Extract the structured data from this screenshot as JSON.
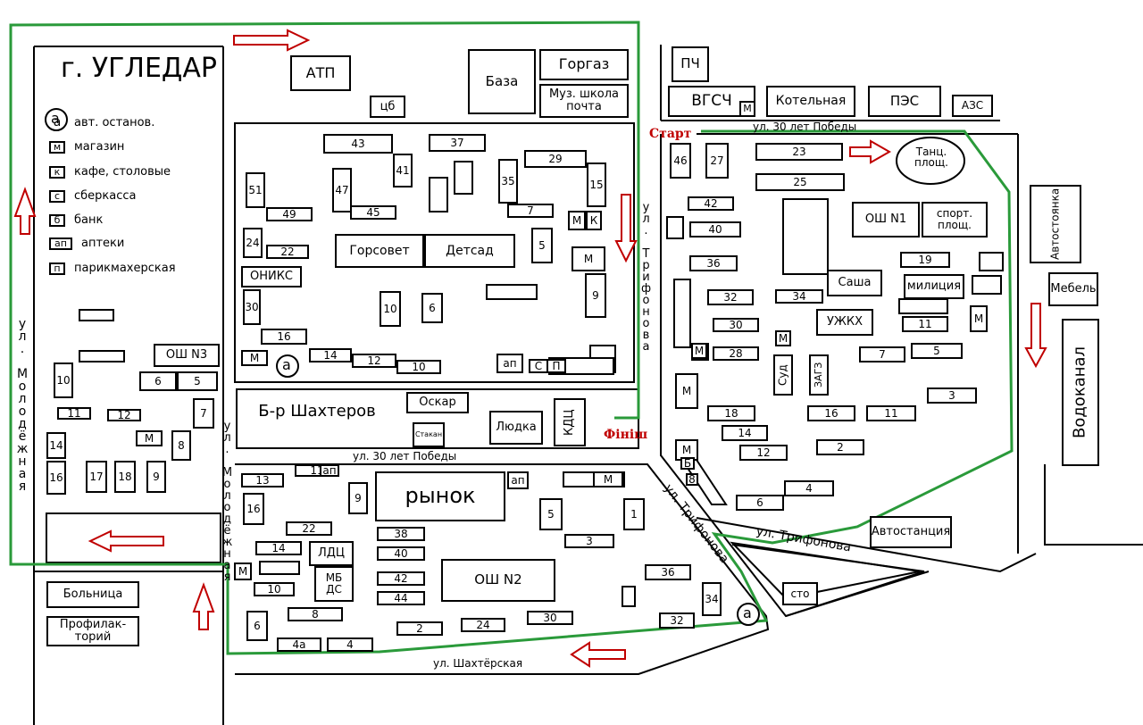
{
  "city_title": "г. УГЛЕДАР",
  "legend": [
    {
      "sym": "а",
      "text": "авт. останов."
    },
    {
      "sym": "м",
      "text": "магазин"
    },
    {
      "sym": "к",
      "text": "кафе, столовые"
    },
    {
      "sym": "с",
      "text": "сберкасса"
    },
    {
      "sym": "б",
      "text": "банк"
    },
    {
      "sym": "ап",
      "text": "аптеки"
    },
    {
      "sym": "п",
      "text": "парикмахерская"
    }
  ],
  "route": {
    "start": "Старт",
    "finish": "Фініш",
    "color": "#2a9a3a"
  },
  "arrow_color": "#c00000",
  "streets": {
    "molodezhnaya_left": "ул. Молодёжная",
    "molodezhnaya_mid": "ул. Молодёжная",
    "pobedy_top": "ул. 30 лет Победы",
    "pobedy_mid": "ул. 30 лет Победы",
    "trifonova_vert": "ул. Трифонова",
    "trifonova_diag": "ул. Трифонова",
    "trifonova_low": "ул. Трифонова",
    "shakhterskaya": "ул. Шахтёрская"
  },
  "places": {
    "atp": "АТП",
    "cb": "цб",
    "baza": "База",
    "gorgaz": "Горгаз",
    "muz": "Муз. школа почта",
    "pch": "ПЧ",
    "vgsch": "ВГСЧ",
    "kotelnaya": "Котельная",
    "pes": "ПЭС",
    "azs": "АЗС",
    "tanc": "Танц. площ.",
    "osh1": "ОШ N1",
    "sport": "спорт. площ.",
    "avtostoyanka": "Автостоянка",
    "mebel": "Мебель",
    "vodokanal": "Водоканал",
    "sasha": "Саша",
    "miliciya": "милиция",
    "uzhkh": "УЖКХ",
    "sud": "Суд",
    "zags": "ЗАГЗ",
    "avtostanciya": "Автостанция",
    "sto": "сто",
    "gorsovet": "Горсовет",
    "detsad": "Детсад",
    "oniks": "ОНИКС",
    "br": "Б-р Шахтеров",
    "oskar": "Оскар",
    "stakan": "Стакан",
    "lyudka": "Людка",
    "kdc": "КДЦ",
    "rynok": "рынок",
    "osh2": "ОШ N2",
    "ldc": "ЛДЦ",
    "mbds": "МБ ДС",
    "osh3": "ОШ N3",
    "bolnica": "Больница",
    "profilaktoriy": "Профилак- торий"
  }
}
